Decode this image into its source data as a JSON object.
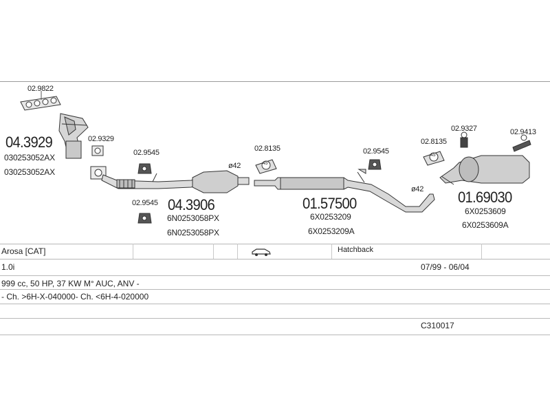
{
  "parts": {
    "gasket_top": "02.9822",
    "manifold_cat_number": "04.3929",
    "manifold_cat_oem_1": "030253052AX",
    "manifold_cat_oem_2": "030253052AX",
    "gasket_small": "02.9329",
    "rubber_mount_1": "02.9545",
    "rubber_mount_2": "02.9545",
    "front_pipe_number": "04.3906",
    "front_pipe_oem_1": "6N0253058PX",
    "front_pipe_oem_2": "6N0253058PX",
    "diameter_1": "ø42",
    "clamp_1": "02.8135",
    "middle_number": "01.57500",
    "middle_oem_1": "6X0253209",
    "middle_oem_2": "6X0253209A",
    "rubber_mount_3": "02.9545",
    "clamp_2": "02.8135",
    "diameter_2": "ø42",
    "hanger_1": "02.9327",
    "hanger_2": "02.9413",
    "rear_number": "01.69030",
    "rear_oem_1": "6X0253609",
    "rear_oem_2": "6X0253609A",
    "clamp_1_circle": "45",
    "clamp_2_circle": "45"
  },
  "table": {
    "model": "Arosa [CAT]",
    "body": "Hatchback",
    "engine": "1.0i",
    "years": "07/99 - 06/04",
    "spec": "999 cc, 50 HP, 37 KW M° AUC, ANV -",
    "chassis": "- Ch. >6H-X-040000- Ch. <6H-4-020000",
    "ref": "C310017"
  },
  "icons": [
    "car-icon"
  ]
}
